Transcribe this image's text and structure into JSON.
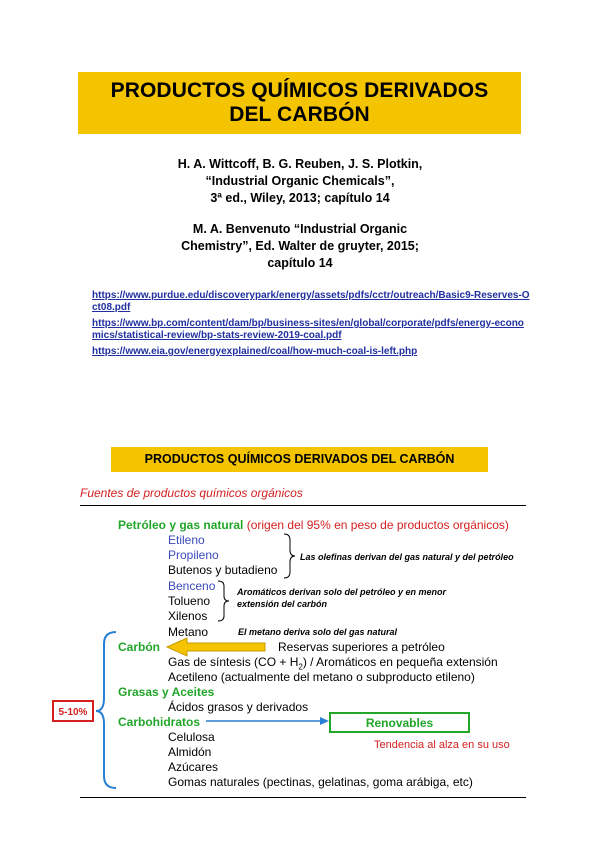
{
  "header": {
    "title_line1": "PRODUCTOS QUÍMICOS DERIVADOS",
    "title_line2": "DEL CARBÓN"
  },
  "references": [
    {
      "line1": "H. A. Wittcoff, B. G. Reuben, J. S. Plotkin,",
      "line2": "“Industrial Organic Chemicals”,",
      "line3": "3ª ed., Wiley, 2013; capítulo 14"
    },
    {
      "line1": "M. A. Benvenuto “Industrial Organic",
      "line2": "Chemistry”, Ed. Walter de gruyter, 2015;",
      "line3": "capítulo 14"
    }
  ],
  "links": [
    "https://www.purdue.edu/discoverypark/energy/assets/pdfs/cctr/outreach/Basic9-Reserves-Oct08.pdf",
    "https://www.bp.com/content/dam/bp/business-sites/en/global/corporate/pdfs/energy-economics/statistical-review/bp-stats-review-2019-coal.pdf",
    "https://www.eia.gov/energyexplained/coal/how-much-coal-is-left.php"
  ],
  "section": {
    "title": "PRODUCTOS QUÍMICOS DERIVADOS DEL CARBÓN",
    "subtitle": "Fuentes de productos químicos orgánicos"
  },
  "diagram": {
    "petroleo_label": "Petróleo y gas natural",
    "petroleo_note": "(origen del 95% en peso de productos orgánicos)",
    "olefins": [
      "Etileno",
      "Propileno",
      "Butenos y butadieno"
    ],
    "olefins_note": "Las olefinas derivan del gas natural y del petróleo",
    "aromatics": [
      "Benceno",
      "Tolueno",
      "Xilenos"
    ],
    "aromatics_note_1": "Aromáticos derivan solo del petróleo y en menor",
    "aromatics_note_2": "extensión del carbón",
    "metano": "Metano",
    "metano_note": "El metano deriva solo del gas natural",
    "carbon_label": "Carbón",
    "carbon_note": "Reservas superiores a petróleo",
    "gas_sintesis": "Gas de síntesis (CO + H",
    "gas_sintesis_sub": "2",
    "gas_sintesis_rest": ")   /  Aromáticos en pequeña extensión",
    "acetileno": "Acetileno (actualmente del metano o subproducto etileno)",
    "grasas_label": "Grasas y Aceites",
    "acidos": "Ácidos grasos y derivados",
    "carbohidratos_label": "Carbohidratos",
    "carbo_items": [
      "Celulosa",
      "Almidón",
      "Azúcares",
      "Gomas naturales (pectinas, gelatinas, goma arábiga, etc)"
    ],
    "renovables": "Renovables",
    "tendencia": "Tendencia al alza en su uso",
    "percent": "5-10%",
    "colors": {
      "accent": "#f5c400",
      "green": "#22a62a",
      "red": "#d42020",
      "blue": "#3a4ab8"
    }
  }
}
